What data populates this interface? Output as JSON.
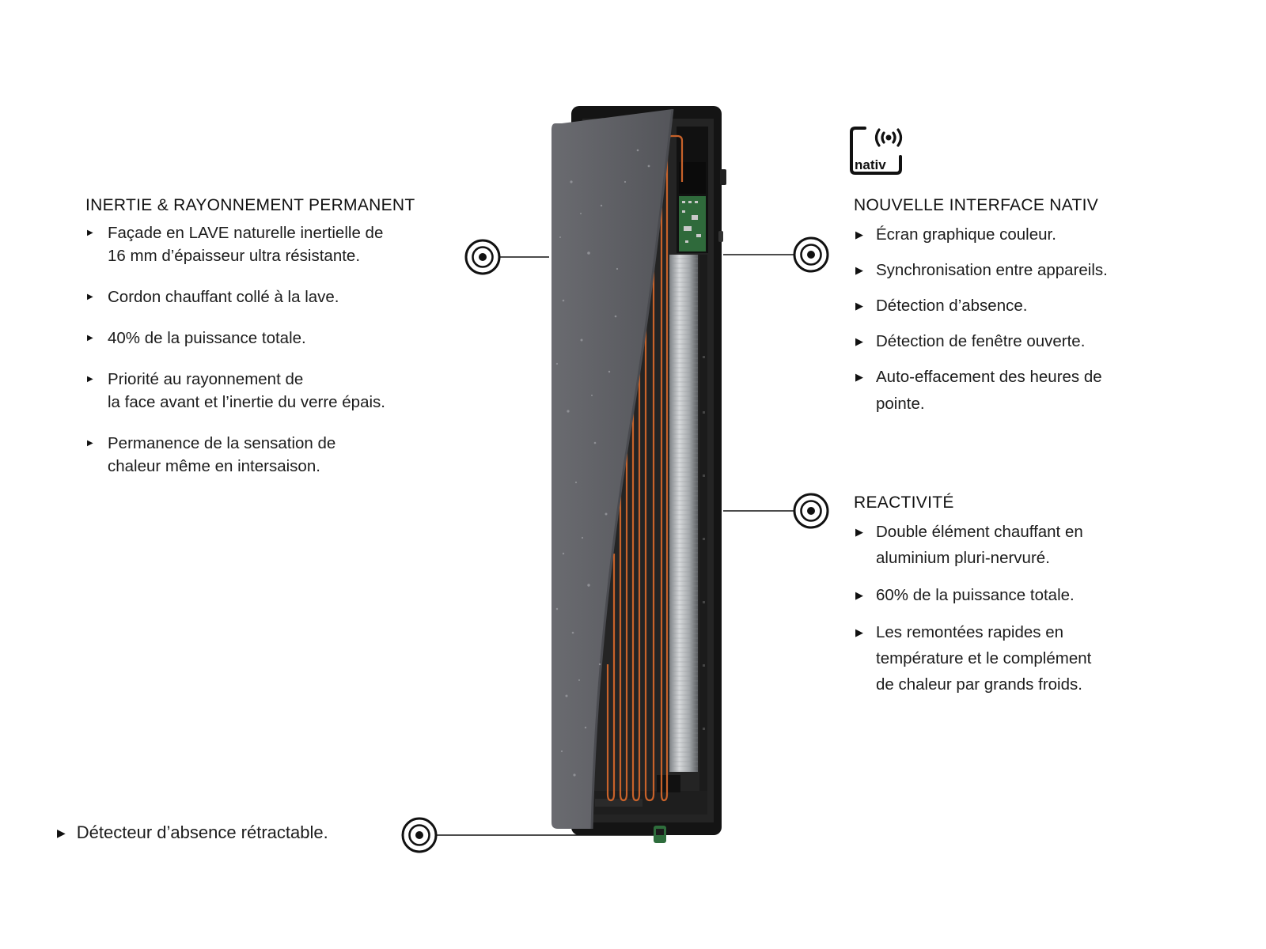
{
  "left_section": {
    "heading": "INERTIE & RAYONNEMENT PERMANENT",
    "items": [
      "Façade en LAVE naturelle inertielle de\n16  mm d’épaisseur ultra résistante.",
      "Cordon chauffant collé à la lave.",
      "40% de la puissance totale.",
      "Priorité au rayonnement de\nla face avant et l’inertie du verre épais.",
      "Permanence de la sensation de\nchaleur même en intersaison."
    ]
  },
  "nativ_section": {
    "logo_text": "nativ",
    "heading": "NOUVELLE INTERFACE NATIV",
    "items": [
      "Écran graphique couleur.",
      "Synchronisation entre appareils.",
      "Détection d’absence.",
      "Détection de fenêtre ouverte.",
      "Auto-effacement des heures de\npointe."
    ]
  },
  "reactivity_section": {
    "heading": "REACTIVITÉ",
    "items": [
      "Double élément chauffant en\naluminium pluri-nervuré.",
      "60% de la puissance totale.",
      "Les remontées rapides en\ntempérature et le complément\nde chaleur par grands froids."
    ]
  },
  "bottom_callout": {
    "text": "Détecteur d’absence rétractable."
  },
  "icons": {
    "bullet": "triangle-right-icon",
    "callout": "target-icon",
    "logo": "nativ-wave-icon"
  },
  "colors": {
    "text": "#111111",
    "lava": "#5e5f64",
    "frame": "#1a1a1a",
    "heating_cord": "#c8622a",
    "aluminium": "#b9bcbf"
  }
}
